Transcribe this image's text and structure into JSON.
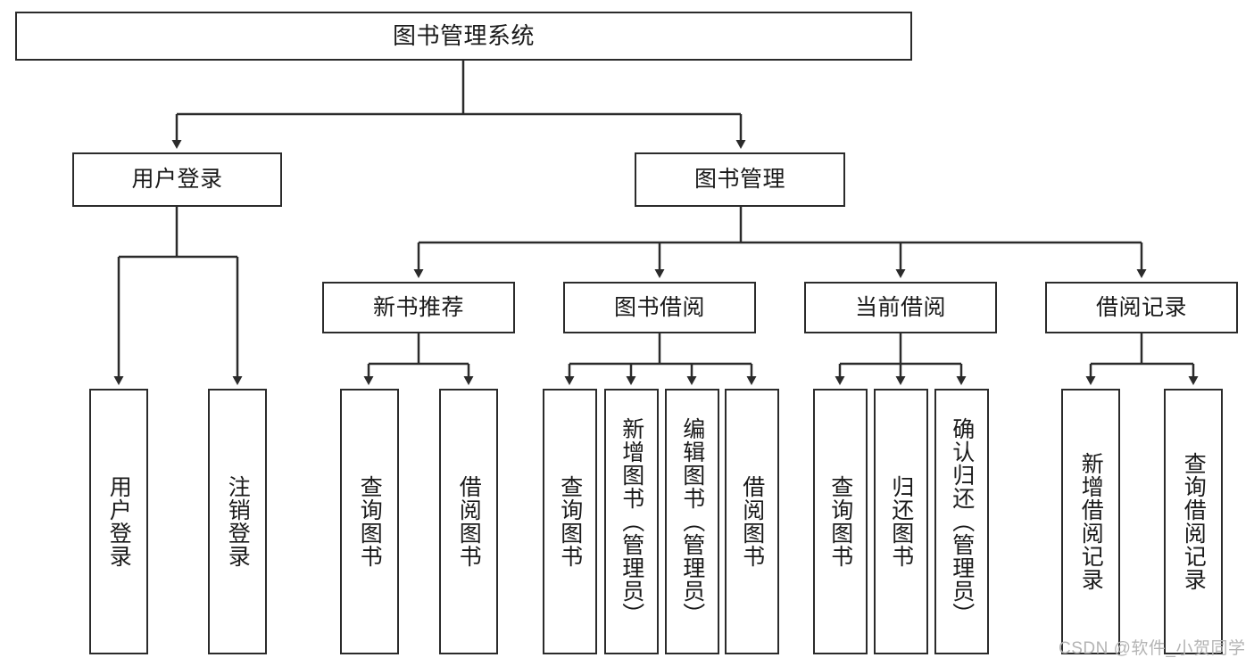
{
  "diagram": {
    "title": "图书管理系统",
    "type": "hierarchy-tree",
    "levels": 4
  },
  "nodes": {
    "root": {
      "label": "图书管理系统"
    },
    "level2": [
      {
        "label": "用户登录"
      },
      {
        "label": "图书管理"
      }
    ],
    "level3": [
      {
        "label": "新书推荐"
      },
      {
        "label": "图书借阅"
      },
      {
        "label": "当前借阅"
      },
      {
        "label": "借阅记录"
      }
    ],
    "leaves_user_login": [
      {
        "label": "用户登录"
      },
      {
        "label": "注销登录"
      }
    ],
    "leaves_new_book": [
      {
        "label": "查询图书"
      },
      {
        "label": "借阅图书"
      }
    ],
    "leaves_borrow": [
      {
        "label": "查询图书"
      },
      {
        "label": "新增图书（管理员）"
      },
      {
        "label": "编辑图书（管理员）"
      },
      {
        "label": "借阅图书"
      }
    ],
    "leaves_current": [
      {
        "label": "查询图书"
      },
      {
        "label": "归还图书"
      },
      {
        "label": "确认归还（管理员）"
      }
    ],
    "leaves_record": [
      {
        "label": "新增借阅记录"
      },
      {
        "label": "查询借阅记录"
      }
    ]
  },
  "watermark": {
    "text": "CSDN @软件_小贺同学"
  },
  "colors": {
    "stroke": "#2b2b2b",
    "fill": "#ffffff",
    "text": "#1a1a1a",
    "watermark": "#b4b4b4"
  }
}
